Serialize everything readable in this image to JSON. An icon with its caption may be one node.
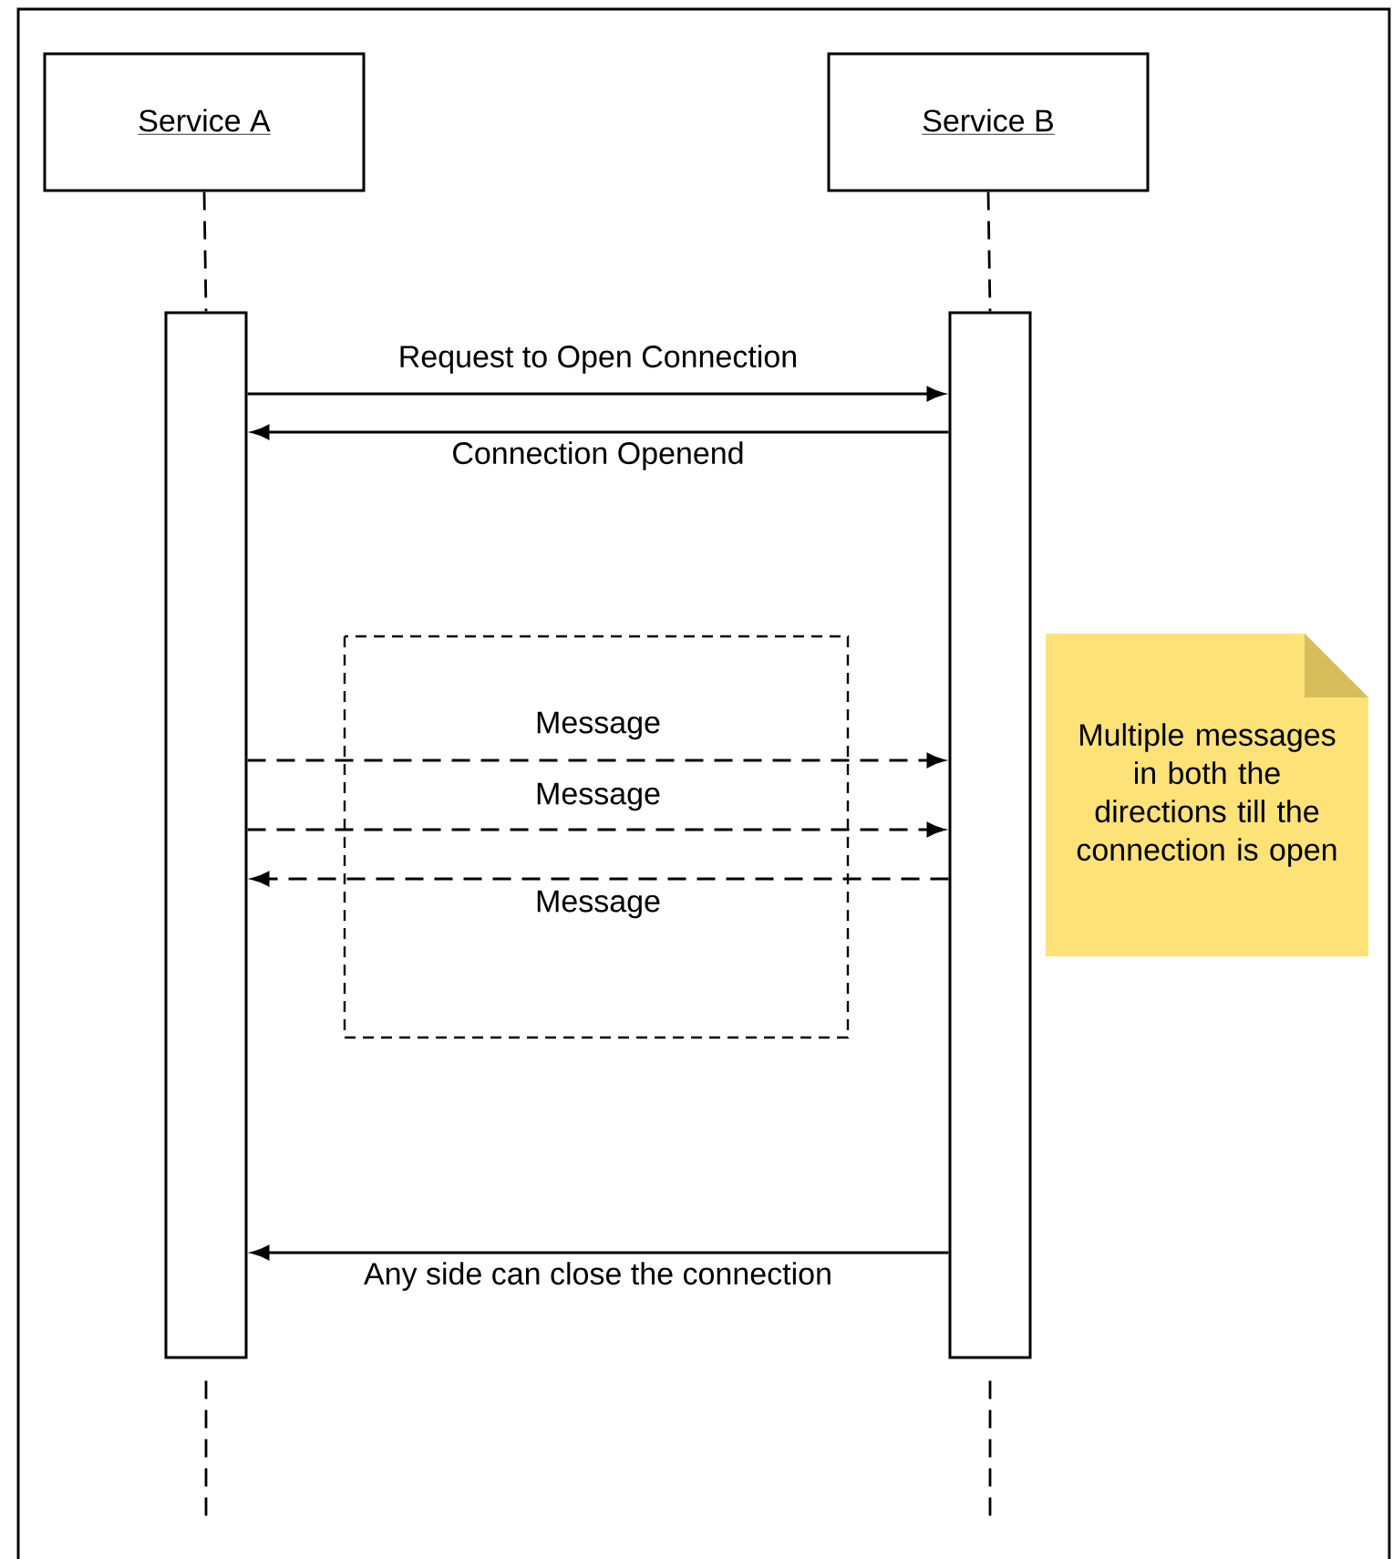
{
  "diagram": {
    "nodes": [
      {
        "text": [
          "Service A"
        ]
      },
      {
        "text": [
          "Service B"
        ]
      },
      {
        "text": [],
        "shape": "bar"
      },
      {
        "text": [],
        "shape": "bar"
      },
      {
        "text": [
          "Multiple messages in both the directions till the connection is open"
        ]
      }
    ],
    "edges": [
      {
        "from": 0,
        "to": 2,
        "arrow": "none",
        "style": "dashed"
      },
      {
        "from": 1,
        "to": 3,
        "arrow": "none",
        "style": "dashed"
      },
      {
        "from": 2,
        "to": 3,
        "arrow": "to",
        "label": "Request to Open Connection"
      },
      {
        "from": 3,
        "to": 2,
        "arrow": "to",
        "label": "Connection Openend"
      },
      {
        "from": 2,
        "to": 3,
        "arrow": "to",
        "style": "dashed",
        "label": "Message"
      },
      {
        "from": 2,
        "to": 3,
        "arrow": "to",
        "style": "dashed",
        "label": "Message"
      },
      {
        "from": 3,
        "to": 2,
        "arrow": "to",
        "style": "dashed",
        "label": "Message"
      },
      {
        "from": 3,
        "to": 2,
        "arrow": "to",
        "label": "Any side can close the connection"
      },
      {
        "from": 2,
        "to": null,
        "arrow": "none",
        "style": "dashed"
      },
      {
        "from": 3,
        "to": null,
        "arrow": "none",
        "style": "dashed"
      }
    ]
  }
}
